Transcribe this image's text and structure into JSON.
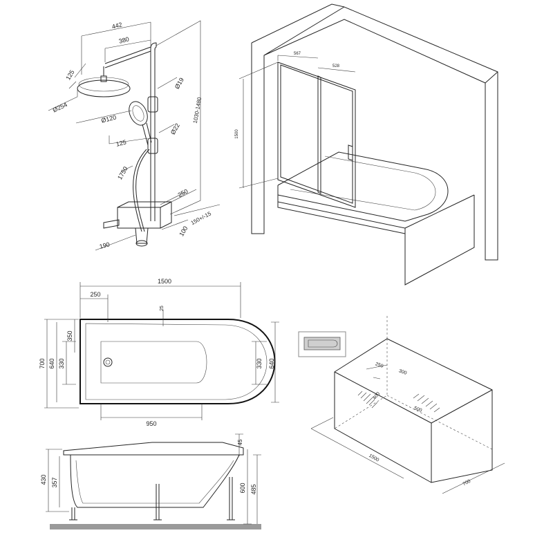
{
  "shower": {
    "d442": "442",
    "d380": "380",
    "d125_top": "125",
    "d254": "Ø254",
    "d120": "Ø120",
    "d19": "Ø19",
    "d22": "Ø22",
    "d125_mid": "125",
    "d1750": "1750",
    "d1030": "1030-1480",
    "d250": "250",
    "d150": "150+/-15",
    "d100": "100",
    "d190": "190"
  },
  "screen": {
    "d1500": "1500",
    "d_left": "567",
    "d_right": "528"
  },
  "plan": {
    "d1500": "1500",
    "d250": "250",
    "d25": "25",
    "d700": "700",
    "d640_l": "640",
    "d350": "350",
    "d330_l": "330",
    "d330_r": "330",
    "d640_r": "640",
    "d950": "950"
  },
  "box": {
    "d250": "250",
    "d300": "300",
    "d400": "400",
    "d500": "500",
    "d1500": "1500",
    "d700": "700"
  },
  "side": {
    "d430": "430",
    "d357": "357",
    "d45": "45",
    "d600": "600",
    "d485": "485"
  }
}
